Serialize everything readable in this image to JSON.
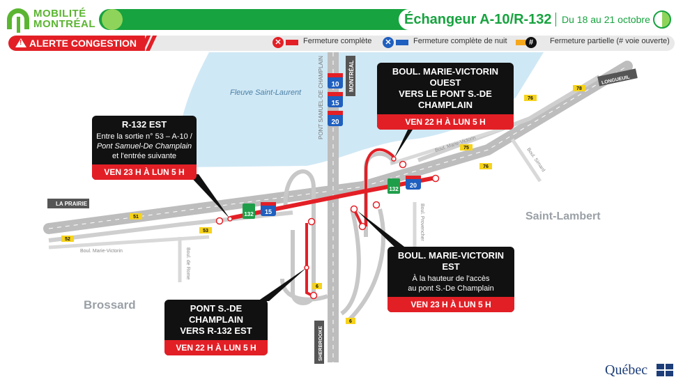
{
  "header": {
    "logo_line1": "MOBILITÉ",
    "logo_line2": "MONTRÉAL",
    "title": "Échangeur A-10/R-132",
    "dates": "Du 18 au 21 octobre"
  },
  "alert": {
    "label": "ALERTE CONGESTION",
    "icon": "warning-icon"
  },
  "legend": [
    {
      "label": "Fermeture complète",
      "icon": "x-circle-icon",
      "color": "#e31f26"
    },
    {
      "label": "Fermeture complète de nuit",
      "icon": "x-circle-icon",
      "color": "#1f5fbf"
    },
    {
      "label": "Fermeture partielle (# voie ouverte)",
      "icon": "hash-circle-icon",
      "color": "#f6a81c"
    }
  ],
  "map": {
    "water_label": "Fleuve Saint-Laurent",
    "bridge_label": "PONT SAMUEL-DE CHAMPLAIN",
    "places": {
      "brossard": "Brossard",
      "saint_lambert": "Saint-Lambert"
    },
    "direction_signs": {
      "montreal": "MONTRÉAL",
      "la_prairie": "LA PRAIRIE",
      "longueuil": "LONGUEUIL",
      "sherbrooke": "SHERBROOKE"
    },
    "streets": {
      "marie_victorin_w": "Boul. Marie-Victorin",
      "marie_victorin_e": "Boul. Marie-Victorin",
      "rome": "Boul. de Rome",
      "provencher": "Boul. Provencher",
      "simard": "Boul. Simard"
    },
    "shields": {
      "a10": "10",
      "a15": "15",
      "a20": "20",
      "r132": "132",
      "a15_main": "15",
      "r132_main": "132",
      "a20_main": "20"
    },
    "exits": {
      "e51": "51",
      "e52": "52",
      "e53": "53",
      "e6a": "6",
      "e6b": "6",
      "e75": "75",
      "e76a": "76",
      "e76b": "76",
      "e78": "78"
    }
  },
  "callouts": [
    {
      "title": "R-132 EST",
      "sub1": "Entre la sortie n° 53 – A-10 /",
      "sub2": "Pont Samuel-De Champlain",
      "sub3": "et l'entrée suivante",
      "time": "VEN 23 H À LUN 5 H"
    },
    {
      "title1": "BOUL. MARIE-VICTORIN OUEST",
      "title2": "VERS LE PONT S.-DE CHAMPLAIN",
      "time": "VEN 22 H À LUN 5 H"
    },
    {
      "title": "BOUL. MARIE-VICTORIN EST",
      "sub1": "À la hauteur de l'accès",
      "sub2": "au pont S.-De Champlain",
      "time": "VEN 23 H À LUN 5 H"
    },
    {
      "title1": "PONT S.-DE CHAMPLAIN",
      "title2": "VERS R-132 EST",
      "time": "VEN 22 H À LUN 5 H"
    }
  ],
  "footer": {
    "brand": "Québec"
  },
  "colors": {
    "green": "#17a33f",
    "red": "#e31f26",
    "blue": "#1f5fbf",
    "yellow": "#f6a81c",
    "water": "#cfe8f5"
  }
}
